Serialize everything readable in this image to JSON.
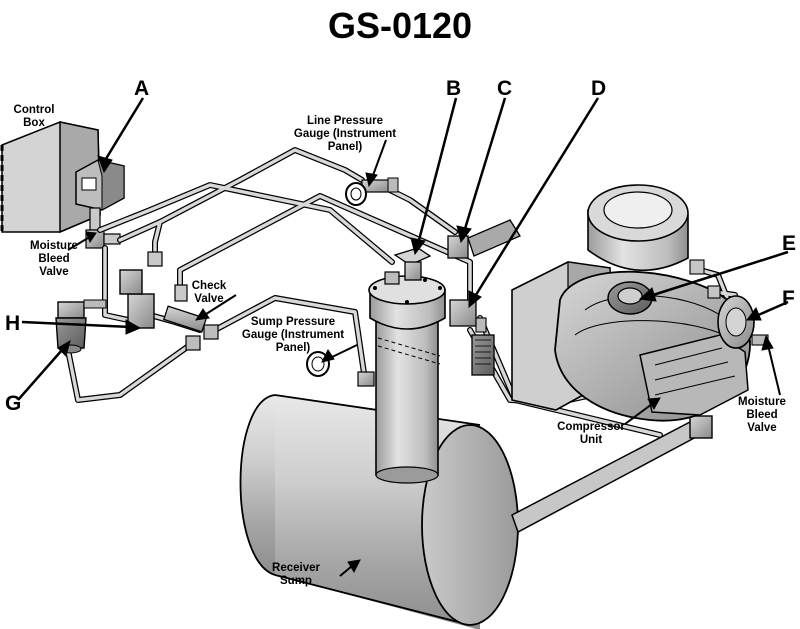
{
  "title": "GS-0120",
  "callouts": {
    "a": "A",
    "b": "B",
    "c": "C",
    "d": "D",
    "e": "E",
    "f": "F",
    "g": "G",
    "h": "H"
  },
  "labels": {
    "control_box": [
      "Control",
      "Box"
    ],
    "moisture_bleed_left": [
      "Moisture",
      "Bleed",
      "Valve"
    ],
    "line_pressure": [
      "Line Pressure",
      "Gauge (Instrument",
      "Panel)"
    ],
    "check_valve": [
      "Check",
      "Valve"
    ],
    "sump_pressure": [
      "Sump Pressure",
      "Gauge (Instrument",
      "Panel)"
    ],
    "compressor_unit": [
      "Compressor",
      "Unit"
    ],
    "moisture_bleed_right": [
      "Moisture",
      "Bleed",
      "Valve"
    ],
    "receiver_sump": [
      "Receiver",
      "Sump"
    ]
  }
}
